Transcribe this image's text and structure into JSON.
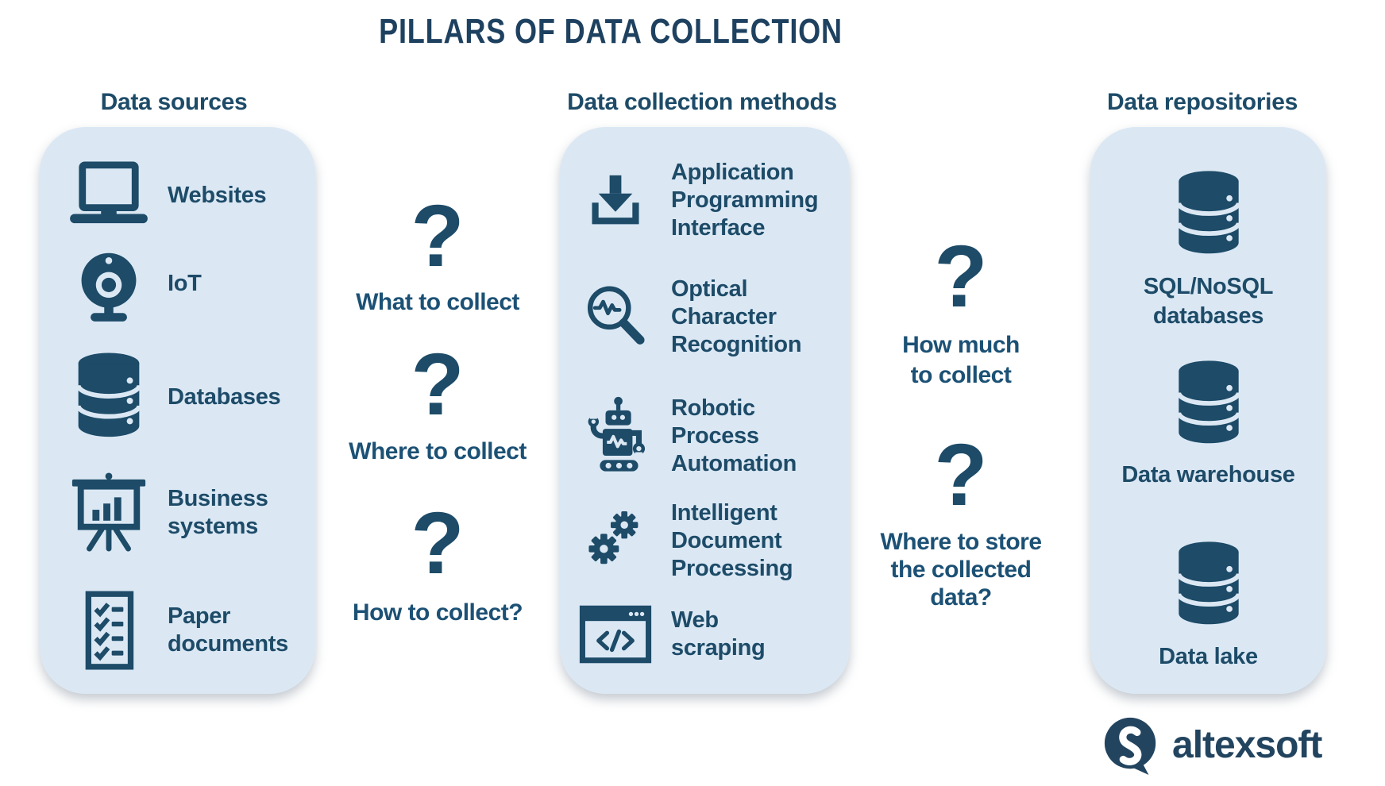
{
  "title": "PILLARS OF DATA COLLECTION",
  "columns": {
    "sources": {
      "heading": "Data sources",
      "items": [
        {
          "icon": "laptop-icon",
          "label": "Websites"
        },
        {
          "icon": "webcam-icon",
          "label": "IoT"
        },
        {
          "icon": "database-icon",
          "label": "Databases"
        },
        {
          "icon": "presentation-chart-icon",
          "label": "Business\nsystems"
        },
        {
          "icon": "checklist-icon",
          "label": "Paper\ndocuments"
        }
      ]
    },
    "methods": {
      "heading": "Data collection methods",
      "items": [
        {
          "icon": "download-tray-icon",
          "label": "Application\nProgramming\nInterface"
        },
        {
          "icon": "magnifier-waveform-icon",
          "label": "Optical\nCharacter\nRecognition"
        },
        {
          "icon": "robot-icon",
          "label": "Robotic\nProcess\nAutomation"
        },
        {
          "icon": "gears-icon",
          "label": "Intelligent\nDocument\nProcessing"
        },
        {
          "icon": "code-browser-icon",
          "label": "Web\nscraping"
        }
      ]
    },
    "repositories": {
      "heading": "Data repositories",
      "items": [
        {
          "icon": "database-icon",
          "label": "SQL/NoSQL\ndatabases"
        },
        {
          "icon": "database-icon",
          "label": "Data warehouse"
        },
        {
          "icon": "database-icon",
          "label": "Data lake"
        }
      ]
    }
  },
  "questions": {
    "between_sources_methods": [
      {
        "mark": "?",
        "label": "What to collect"
      },
      {
        "mark": "?",
        "label": "Where to collect"
      },
      {
        "mark": "?",
        "label": "How to collect?"
      }
    ],
    "between_methods_repositories": [
      {
        "mark": "?",
        "label": "How much\nto collect"
      },
      {
        "mark": "?",
        "label": "Where to store\nthe collected\ndata?"
      }
    ]
  },
  "logo": {
    "brand": "altexsoft"
  },
  "colors": {
    "navy": "#1d4b68",
    "panel_background": "#dbe8f4",
    "page_background": "#ffffff",
    "title": "#1e4160"
  }
}
